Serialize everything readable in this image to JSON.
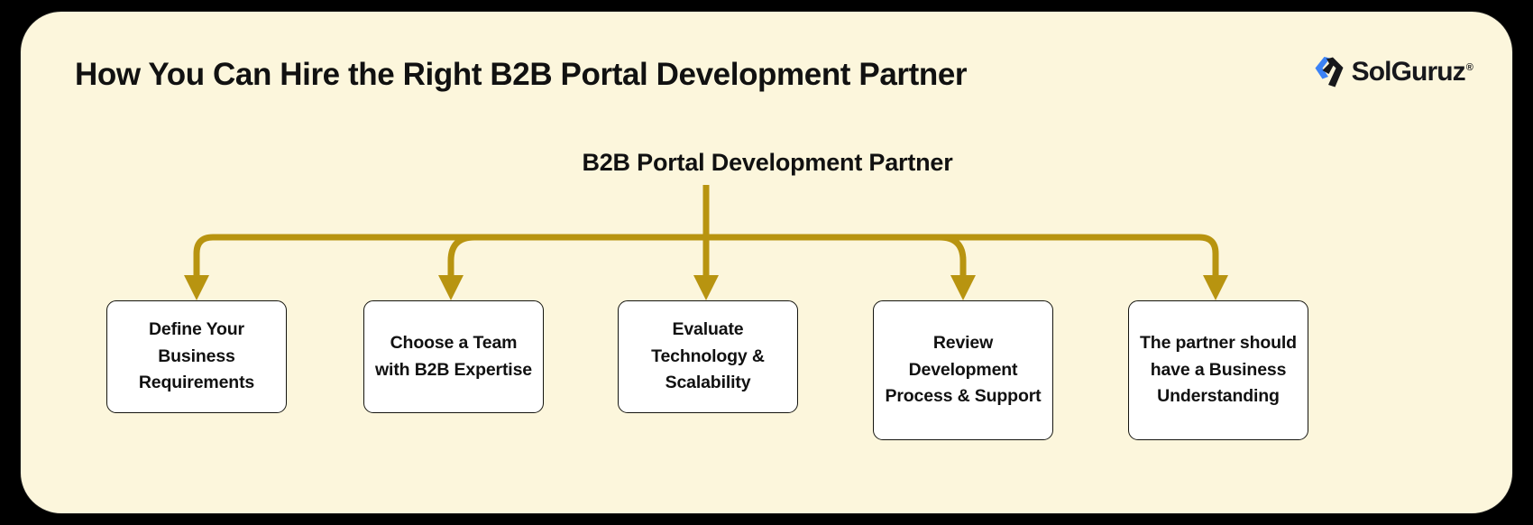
{
  "theme": {
    "outer_bg": "#000000",
    "panel_bg": "#FCF6DC",
    "connector_color": "#B89410",
    "box_bg": "#FFFFFF",
    "box_border": "#14140f",
    "text_color": "#111111",
    "logo_accent": "#3B82F6",
    "logo_dark": "#17181c"
  },
  "header": {
    "title": "How You Can Hire the Right B2B Portal Development Partner",
    "logo": {
      "mark_name": "solguruz-chevron-logo",
      "text": "SolGuruz",
      "registered_mark": "®"
    }
  },
  "diagram": {
    "type": "tree",
    "root": {
      "label": "B2B Portal Development Partner"
    },
    "leaves": [
      {
        "id": "define-business-requirements",
        "label": "Define Your Business Requirements"
      },
      {
        "id": "choose-team-b2b-expertise",
        "label": "Choose a Team with B2B Expertise"
      },
      {
        "id": "evaluate-technology-scalability",
        "label": "Evaluate Technology & Scalability"
      },
      {
        "id": "review-development-process-support",
        "label": "Review Development Process & Support"
      },
      {
        "id": "partner-business-understanding",
        "label": "The partner should have a Business Understanding"
      }
    ]
  }
}
